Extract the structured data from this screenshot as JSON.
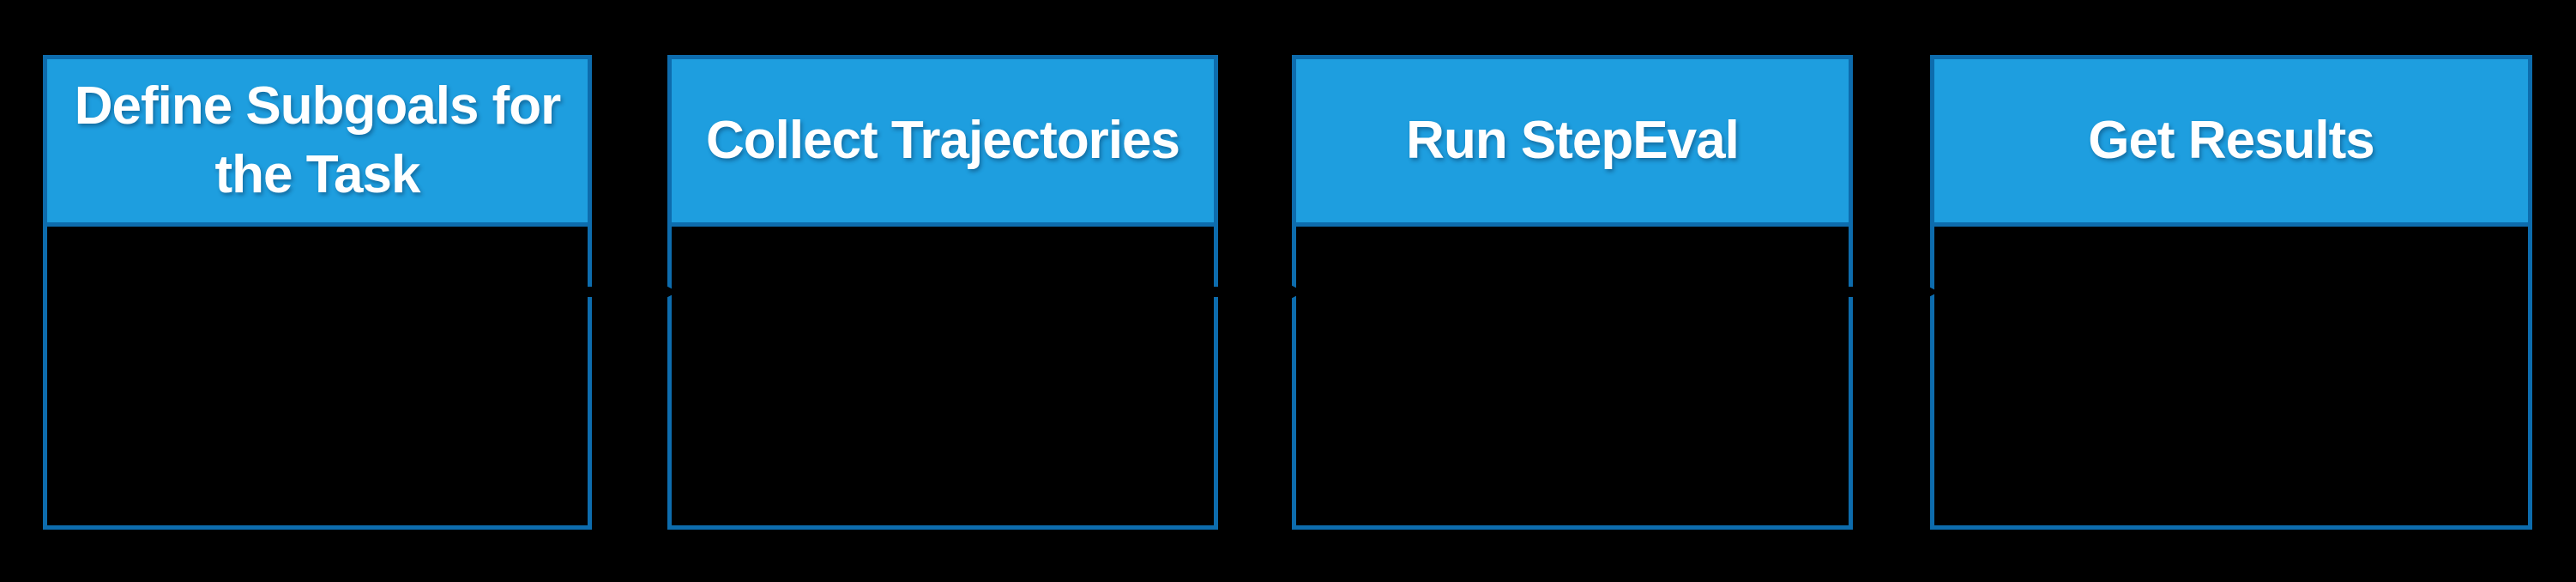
{
  "diagram": {
    "description": "StepEval four-step workflow diagram",
    "colors": {
      "header_fill": "#1E9EDF",
      "box_border": "#0D6CAD",
      "title_text": "#FFFFFF",
      "body_fill": "#000000",
      "connector": "#000000"
    },
    "steps": [
      {
        "title": "Define Subgoals for the Task",
        "lines": [
          "Define Subgoals for",
          "the Task"
        ]
      },
      {
        "title": "Collect Trajectories",
        "lines": [
          "Collect Trajectories"
        ]
      },
      {
        "title": "Run StepEval",
        "lines": [
          "Run StepEval"
        ]
      },
      {
        "title": "Get Results",
        "lines": [
          "Get Results"
        ]
      }
    ]
  }
}
